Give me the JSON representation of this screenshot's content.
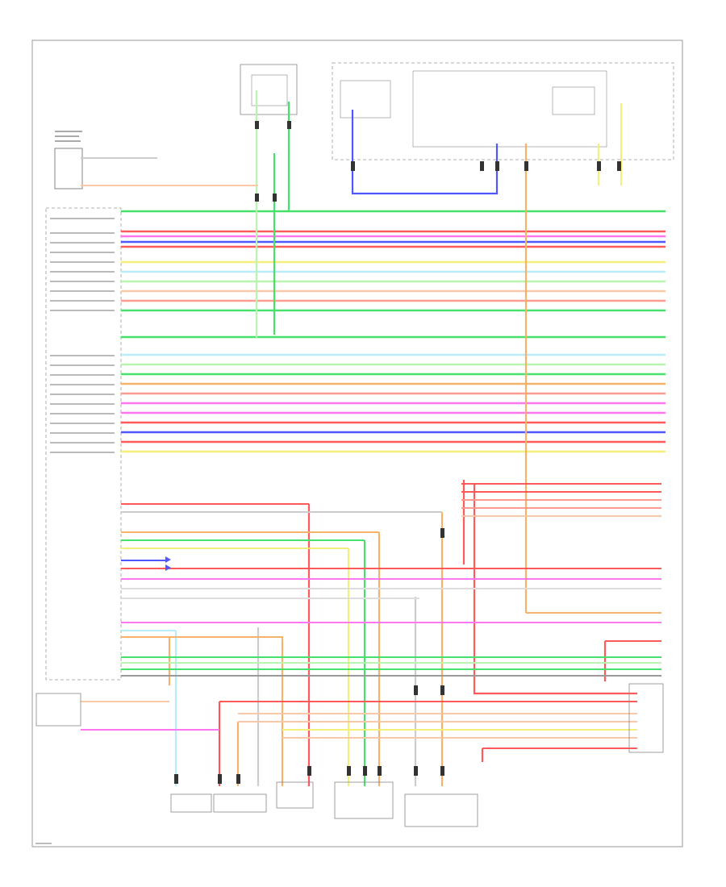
{
  "diagram": {
    "footer_code": "",
    "wire_colors": {
      "red": "#ff5a5a",
      "pink": "#ff77ee",
      "blue": "#4f58ff",
      "yellow": "#f4ef7a",
      "lightgreen": "#b9f5b0",
      "green": "#46e06a",
      "lightblue": "#b8ecf8",
      "orange": "#f5b26a",
      "peach": "#f8c8a8",
      "salmon": "#ff9b8f",
      "grey": "#9a9a9a",
      "tan": "#d8b880"
    },
    "components": [
      {
        "id": "left-top-sensor",
        "label": ""
      },
      {
        "id": "top-center-module",
        "label": ""
      },
      {
        "id": "top-right-relay-box",
        "label": ""
      },
      {
        "id": "main-control-unit",
        "label": ""
      },
      {
        "id": "bottom-left-sensor",
        "label": ""
      },
      {
        "id": "bottom-sensor-1",
        "label": ""
      },
      {
        "id": "bottom-sensor-2",
        "label": ""
      },
      {
        "id": "bottom-sensor-3",
        "label": ""
      },
      {
        "id": "bottom-sensor-4",
        "label": ""
      },
      {
        "id": "right-connector",
        "label": ""
      }
    ],
    "bus_lines": [
      {
        "color": "green"
      },
      {
        "color": "red"
      },
      {
        "color": "pink"
      },
      {
        "color": "blue"
      },
      {
        "color": "red"
      },
      {
        "color": "yellow"
      },
      {
        "color": "lightblue"
      },
      {
        "color": "lightgreen"
      },
      {
        "color": "peach"
      },
      {
        "color": "salmon"
      },
      {
        "color": "green"
      },
      {
        "color": "green"
      },
      {
        "color": "lightblue"
      },
      {
        "color": "lightgreen"
      },
      {
        "color": "green"
      },
      {
        "color": "orange"
      },
      {
        "color": "salmon"
      },
      {
        "color": "pink"
      },
      {
        "color": "pink"
      },
      {
        "color": "red"
      },
      {
        "color": "blue"
      },
      {
        "color": "red"
      },
      {
        "color": "yellow"
      }
    ]
  }
}
